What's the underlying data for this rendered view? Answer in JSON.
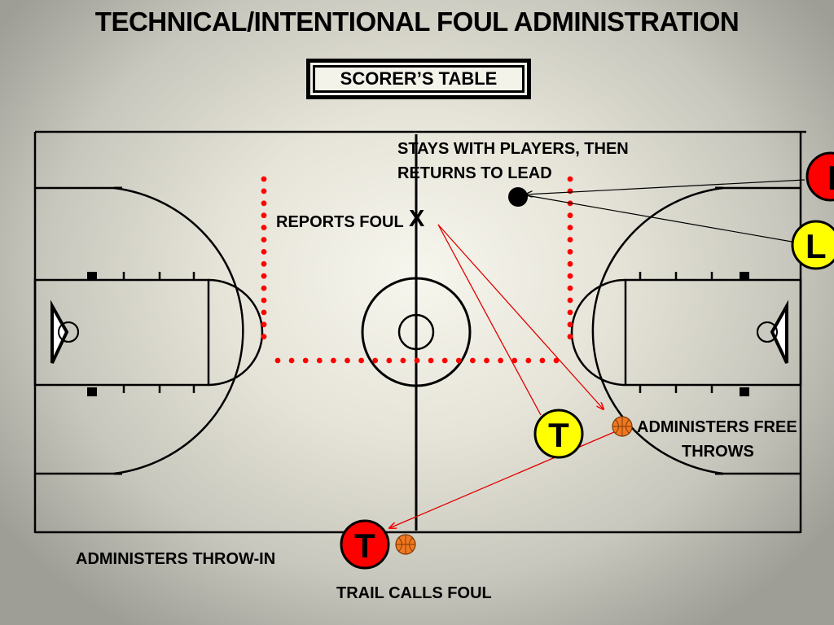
{
  "title": "TECHNICAL/INTENTIONAL FOUL ADMINISTRATION",
  "scorers_table": "SCORER’S TABLE",
  "labels": {
    "stays": "STAYS WITH PLAYERS, THEN",
    "returns": "RETURNS TO LEAD",
    "reports": "REPORTS FOUL",
    "x": "X",
    "administers_free_1": "ADMINISTERS FREE",
    "administers_free_2": "THROWS",
    "throw_in": "ADMINISTERS THROW-IN",
    "trail_calls": "TRAIL CALLS FOUL"
  },
  "officials": {
    "lead_red": "L",
    "lead_yellow": "L",
    "trail_yellow": "T",
    "trail_red": "T"
  },
  "colors": {
    "red": "#ff0000",
    "yellow": "#ffff00",
    "ball": "#f07820",
    "dotted": "#ff0000"
  }
}
